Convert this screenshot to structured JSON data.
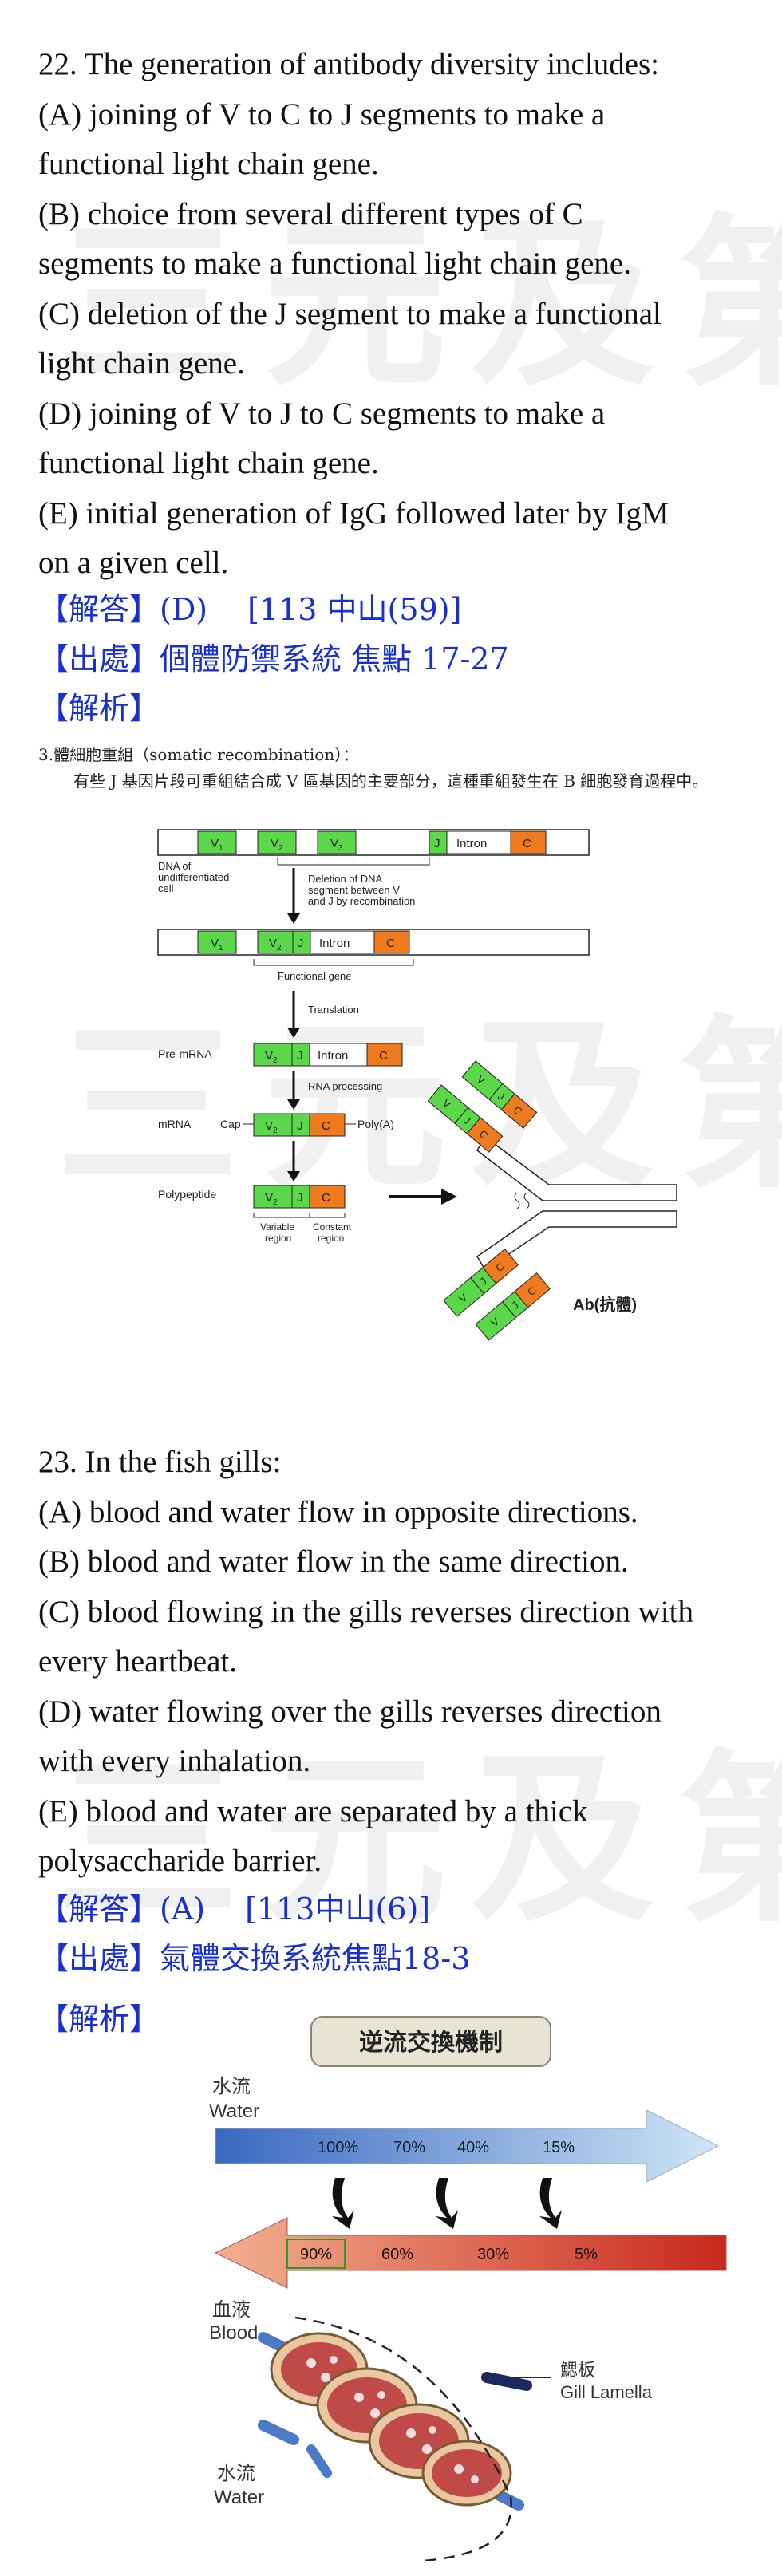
{
  "watermark": "三元及第",
  "q22": {
    "lines": [
      "22. The generation of antibody diversity includes:",
      "(A) joining of V to C to J segments to make a",
      "functional light chain gene.",
      "(B) choice from several different types of C",
      "segments to make a functional light chain gene.",
      "(C) deletion of the J segment to make a functional",
      "light chain gene.",
      "(D) joining of V to J to C segments to make a",
      "functional light chain gene.",
      "(E) initial generation of IgG followed later by IgM",
      "on a given cell."
    ],
    "answer_label": "【解答】(D)",
    "answer_ref": "[113 中山(59)]",
    "source": "【出處】個體防禦系統 焦點 17-27",
    "analysis": "【解析】",
    "note_title": "3.體細胞重組（somatic recombination）：",
    "note_body": "有些 J 基因片段可重組結合成 V 區基因的主要部分，這種重組發生在 B 細胞發育過程中。",
    "figure": {
      "seg_v1": "V",
      "sub1": "1",
      "sub2": "2",
      "sub3": "3",
      "seg_j": "J",
      "seg_intron": "Intron",
      "seg_c": "C",
      "dna_label_1": "DNA of",
      "dna_label_2": "undifferentiated",
      "dna_label_3": "cell",
      "deletion_1": "Deletion of DNA",
      "deletion_2": "segment between V",
      "deletion_3": "and J by recombination",
      "functional_gene": "Functional gene",
      "translation": "Translation",
      "pre_mrna": "Pre-mRNA",
      "rna_processing": "RNA processing",
      "mrna": "mRNA",
      "cap": "Cap",
      "polya": "Poly(A)",
      "polypeptide": "Polypeptide",
      "variable_1": "Variable",
      "variable_2": "region",
      "constant_1": "Constant",
      "constant_2": "region",
      "ab": "Ab(抗體)"
    }
  },
  "q23": {
    "lines": [
      "23. In the fish gills:",
      "(A) blood and water flow in opposite directions.",
      "(B) blood and water flow in the same direction.",
      "(C) blood flowing in the gills reverses direction with",
      "every heartbeat.",
      "(D) water flowing over the gills reverses direction",
      "with every inhalation.",
      "(E) blood and water are separated by a thick",
      "polysaccharide barrier."
    ],
    "answer_label": "【解答】(A)",
    "answer_ref": "[113中山(6)]",
    "source": "【出處】氣體交換系統焦點18-3",
    "analysis": "【解析】",
    "figure": {
      "title": "逆流交換機制",
      "water_zh": "水流",
      "water_en": "Water",
      "water_pct": [
        "100%",
        "70%",
        "40%",
        "15%"
      ],
      "blood_pct": [
        "90%",
        "60%",
        "30%",
        "5%"
      ],
      "blood_zh": "血液",
      "blood_en": "Blood",
      "gill_zh": "鰓板",
      "gill_en": "Gill Lamella",
      "water2_zh": "水流",
      "water2_en": "Water"
    }
  },
  "colors": {
    "answer_blue": "#1a2fd0",
    "v_green": "#5ad84a",
    "c_orange": "#f07a1e",
    "water_blue": "#4a78c8",
    "blood_red": "#d83a2a"
  }
}
